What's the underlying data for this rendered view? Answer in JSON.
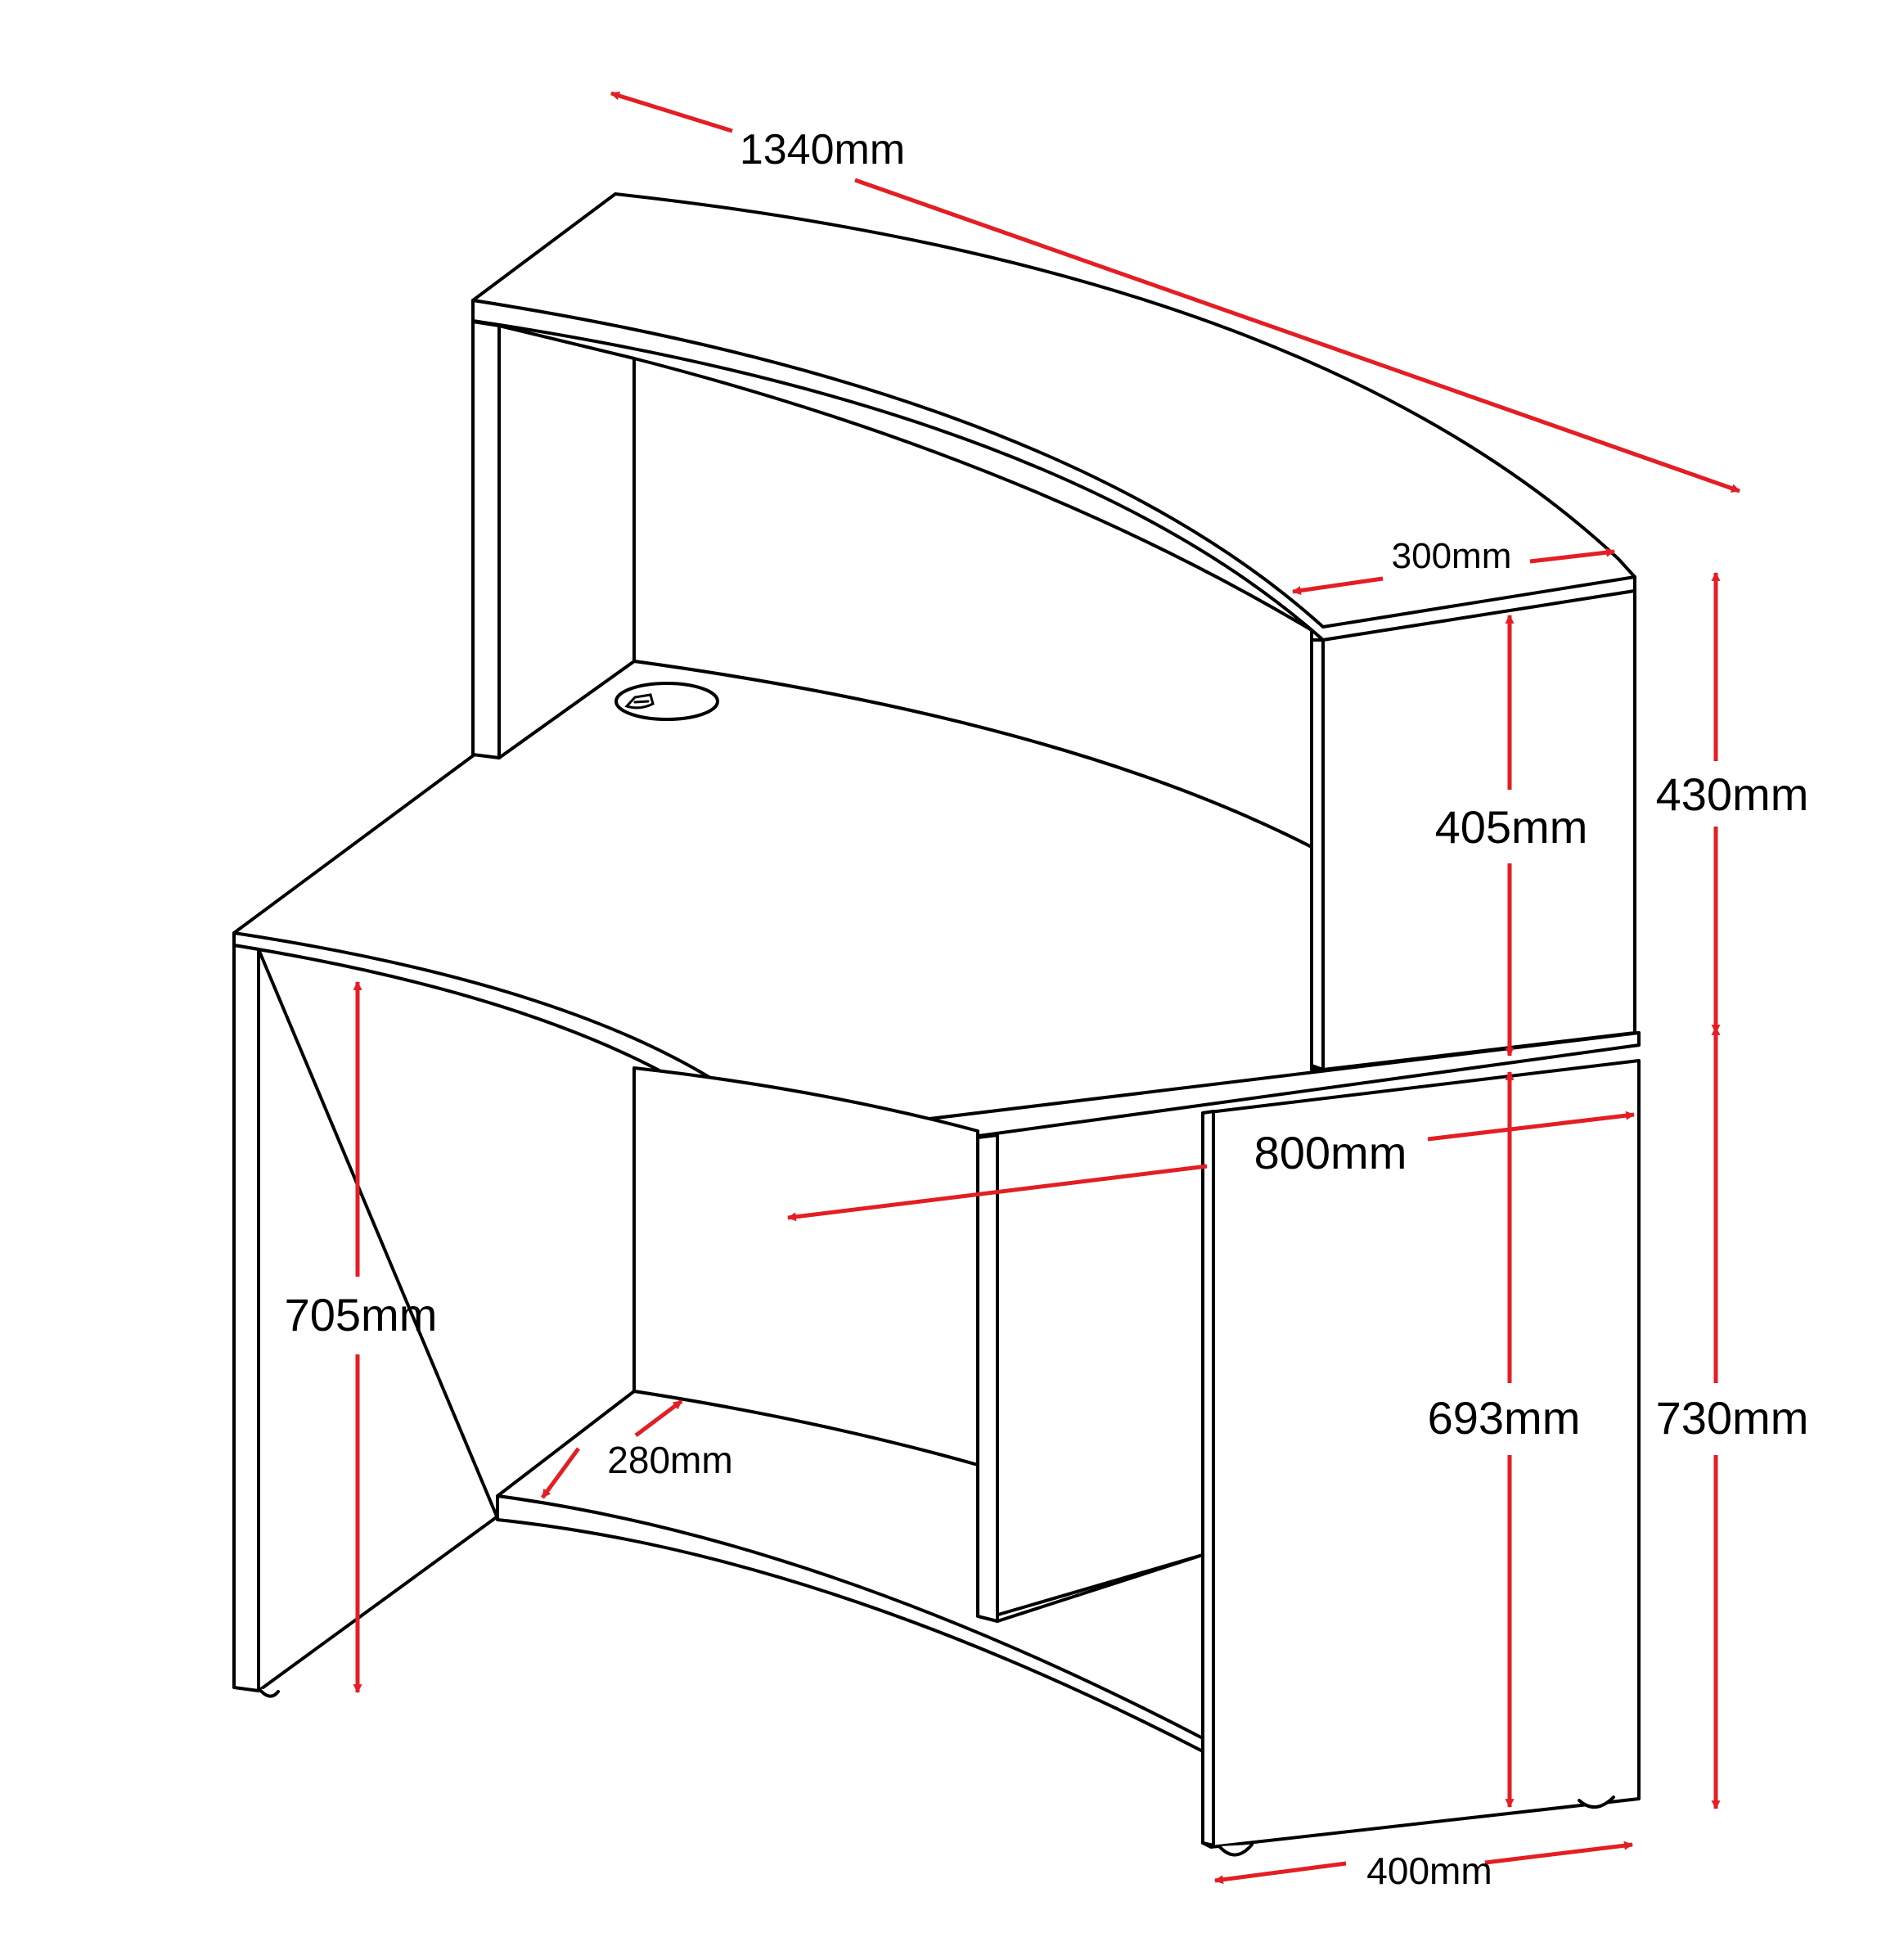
{
  "colors": {
    "outline": "#000000",
    "dimension": "#e31e24",
    "background": "#ffffff"
  },
  "dimensions": {
    "overall_width": "1340mm",
    "hutch_depth": "300mm",
    "hutch_total_height": "430mm",
    "hutch_inner_height": "405mm",
    "desk_depth": "800mm",
    "inner_height_left": "705mm",
    "inner_height_right": "693mm",
    "desk_height": "730mm",
    "shelf_depth": "280mm",
    "base_depth": "400mm"
  }
}
